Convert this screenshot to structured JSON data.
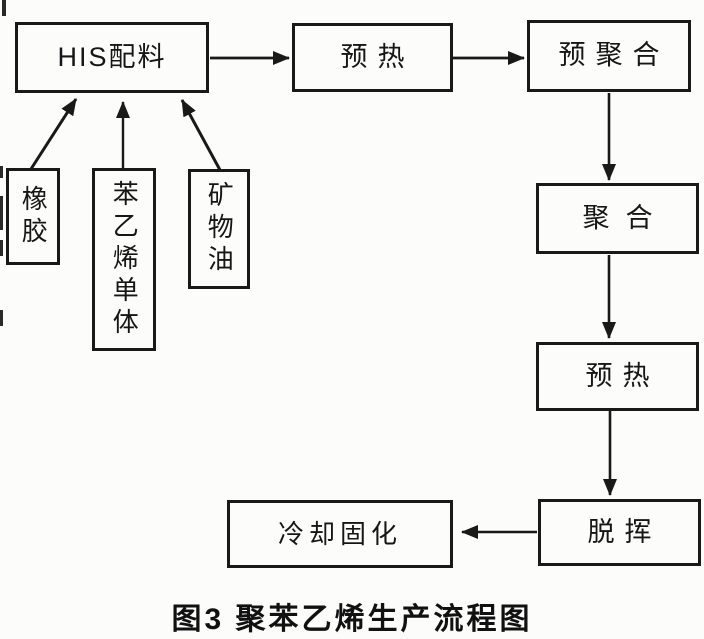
{
  "figure": {
    "caption": "图3 聚苯乙烯生产流程图"
  },
  "flowchart": {
    "nodes": [
      {
        "id": "his-batching",
        "label": "HIS配料",
        "orientation": "horizontal"
      },
      {
        "id": "preheat-1",
        "label": "预热",
        "orientation": "horizontal"
      },
      {
        "id": "prepolymerize",
        "label": "预聚合",
        "orientation": "horizontal"
      },
      {
        "id": "rubber",
        "label": "橡胶",
        "orientation": "vertical"
      },
      {
        "id": "styrene-monomer",
        "label": "苯乙烯单体",
        "orientation": "vertical"
      },
      {
        "id": "mineral-oil",
        "label": "矿物油",
        "orientation": "vertical"
      },
      {
        "id": "polymerize",
        "label": "聚合",
        "orientation": "horizontal"
      },
      {
        "id": "preheat-2",
        "label": "预热",
        "orientation": "horizontal"
      },
      {
        "id": "devolatilize",
        "label": "脱挥",
        "orientation": "horizontal"
      },
      {
        "id": "cool-solidify",
        "label": "冷却固化",
        "orientation": "horizontal"
      }
    ],
    "edges": [
      {
        "from": "橡胶",
        "to": "HIS配料"
      },
      {
        "from": "苯乙烯单体",
        "to": "HIS配料"
      },
      {
        "from": "矿物油",
        "to": "HIS配料"
      },
      {
        "from": "HIS配料",
        "to": "预热"
      },
      {
        "from": "预热",
        "to": "预聚合"
      },
      {
        "from": "预聚合",
        "to": "聚合"
      },
      {
        "from": "聚合",
        "to": "预热"
      },
      {
        "from": "预热",
        "to": "脱挥"
      },
      {
        "from": "脱挥",
        "to": "冷却固化"
      }
    ],
    "line_color": "#191919",
    "background_color": "#fcfcfb"
  }
}
